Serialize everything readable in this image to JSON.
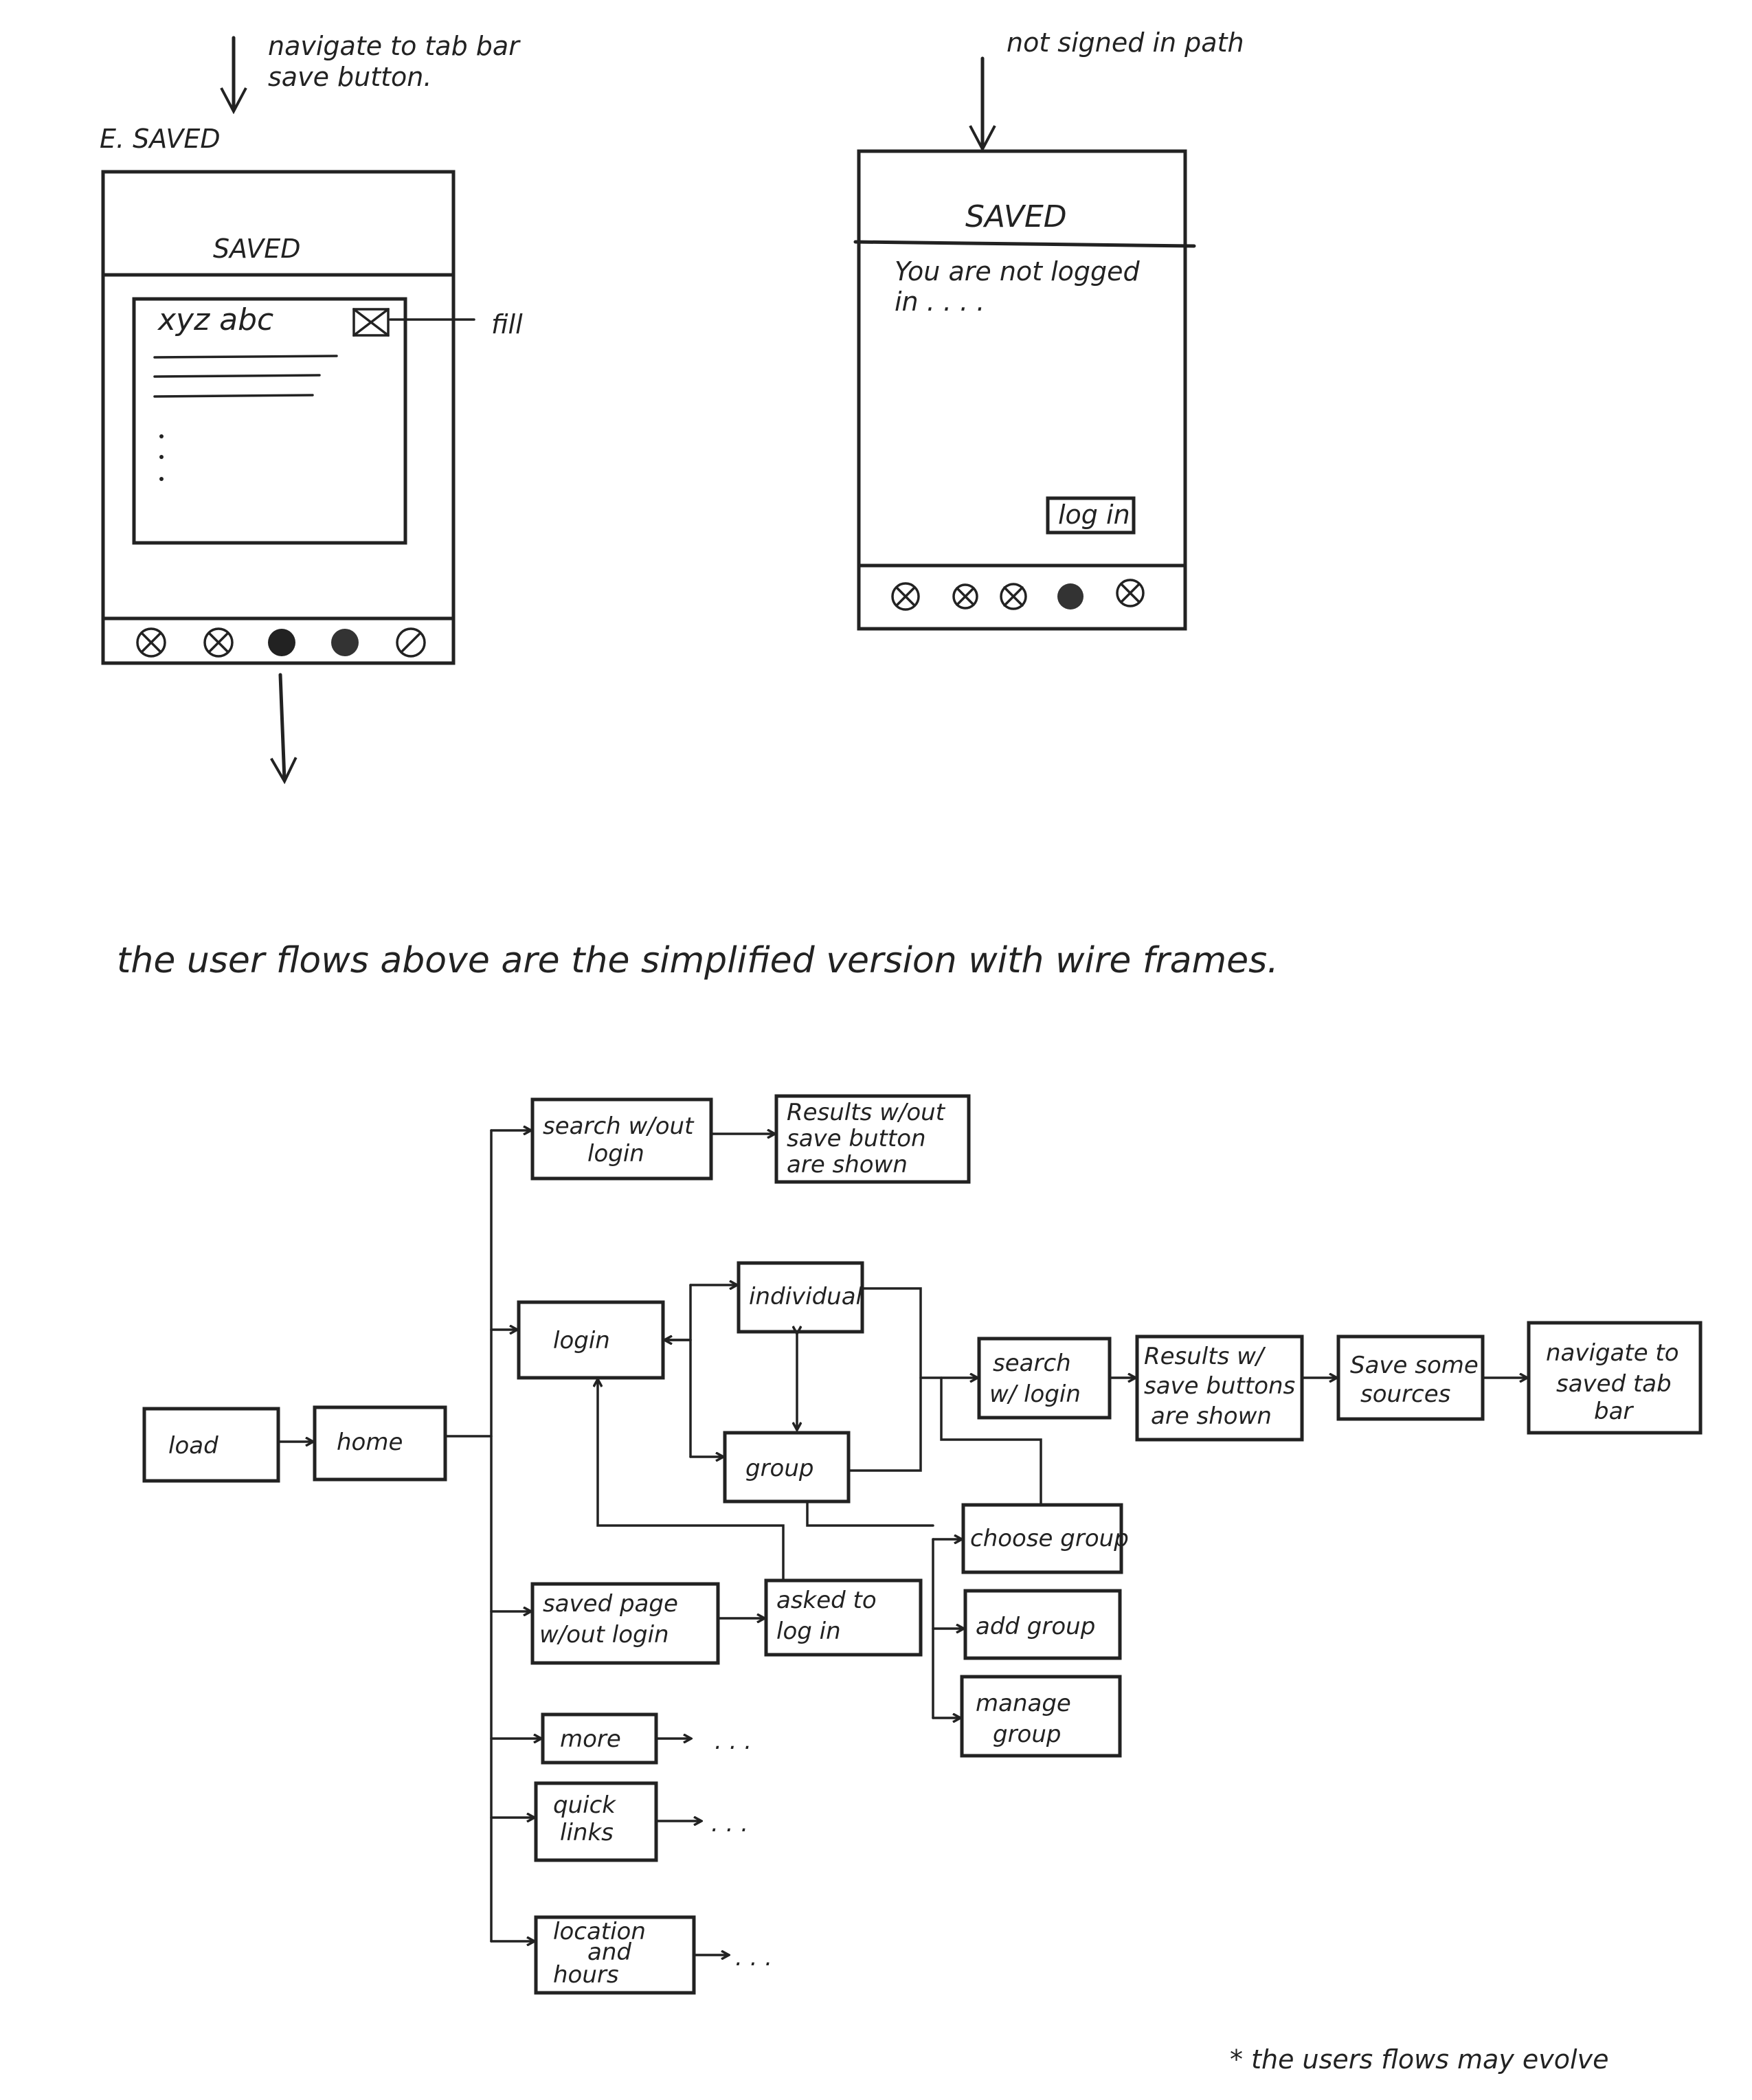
{
  "saved_wireframe": {
    "section_label": "E. SAVED",
    "annotation_line1": "navigate to tab bar",
    "annotation_line2": "save button.",
    "screen_title": "SAVED",
    "item_title": "xyz abc",
    "fill_note": "fill",
    "tab_icon_count": 5
  },
  "not_signed_wireframe": {
    "annotation": "not signed in path",
    "screen_title": "SAVED",
    "message_line1": "You are not logged",
    "message_line2": "in . . . .",
    "login_button": "log in",
    "tab_icon_count": 5
  },
  "caption": "the user flows above are the simplified version with wire frames.",
  "flow": {
    "load": "load",
    "home": "home",
    "search_wo_login_1": "search w/out",
    "search_wo_login_2": "login",
    "results_wo_1": "Results w/out",
    "results_wo_2": "save button",
    "results_wo_3": "are shown",
    "login": "login",
    "individual": "individual",
    "group": "group",
    "search_w_login_1": "search",
    "search_w_login_2": "w/ login",
    "results_w_1": "Results w/",
    "results_w_2": "save buttons",
    "results_w_3": "are shown",
    "save_sources_1": "Save some",
    "save_sources_2": "sources",
    "navigate_saved_1": "navigate to",
    "navigate_saved_2": "saved tab",
    "navigate_saved_3": "bar",
    "choose_group": "choose group",
    "add_group": "add group",
    "manage_group_1": "manage",
    "manage_group_2": "group",
    "saved_page_1": "saved page",
    "saved_page_2": "w/out login",
    "asked_login_1": "asked to",
    "asked_login_2": "log in",
    "more": "more",
    "quick_links_1": "quick",
    "quick_links_2": "links",
    "location_1": "location",
    "location_2": "and",
    "location_3": "hours",
    "ellipsis": ". . ."
  },
  "footnote": "* the users flows may evolve"
}
